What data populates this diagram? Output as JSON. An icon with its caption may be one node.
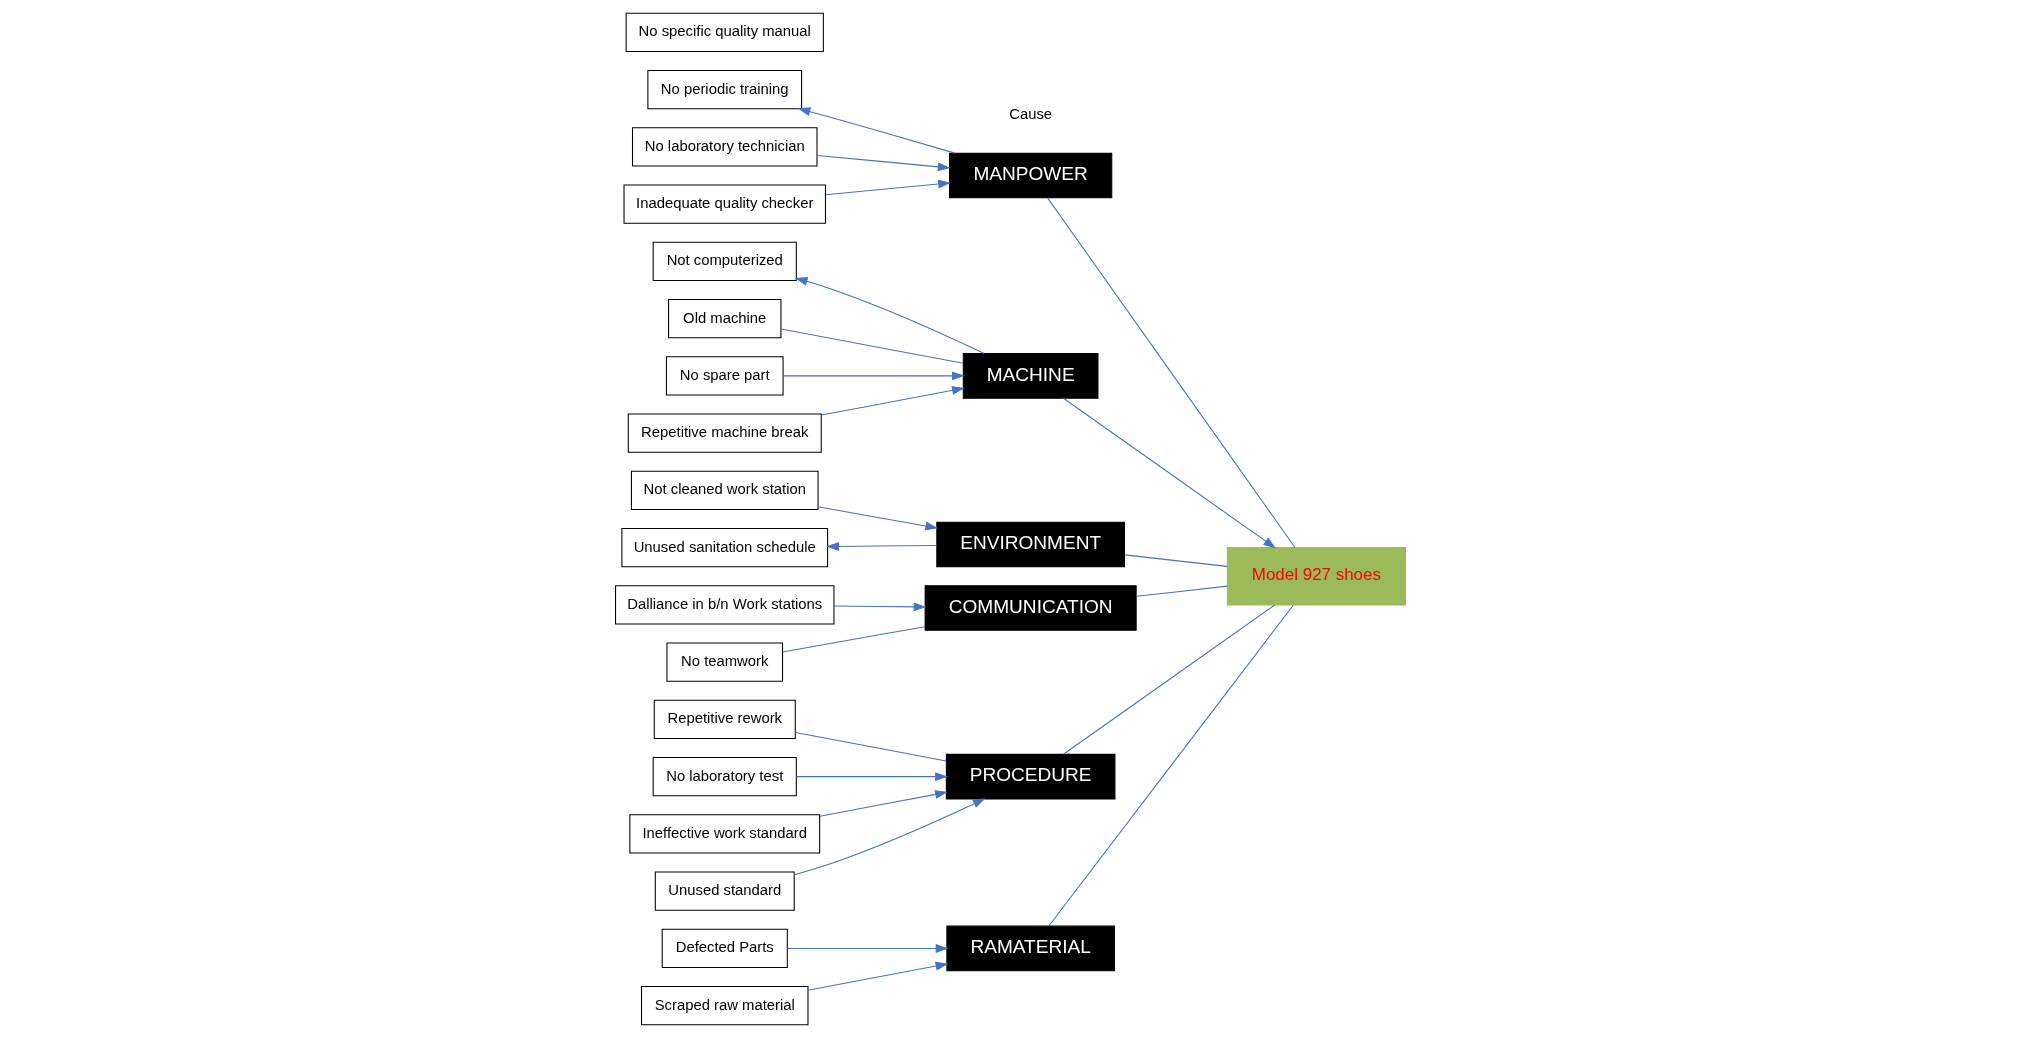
{
  "diagram": {
    "nodes": [
      {
        "text": [
          "RAMATERIAL"
        ]
      },
      {
        "text": [
          "MANPOWER"
        ]
      },
      {
        "text": [
          "MACHINE"
        ]
      },
      {
        "text": [
          "No laboratory technician"
        ]
      },
      {
        "text": [
          "No periodic training"
        ]
      },
      {
        "text": [
          "Old machine"
        ]
      },
      {
        "text": [
          "Defected Parts"
        ]
      },
      {
        "text": [
          "Not computerized"
        ]
      },
      {
        "text": [
          "Scraped raw material"
        ]
      },
      {
        "text": [
          "No spare part"
        ]
      },
      {
        "text": [
          "Inadequate quality checker"
        ]
      },
      {
        "text": [
          "Repetitive machine break"
        ]
      },
      {
        "text": [
          "Model 927 shoes"
        ]
      },
      {
        "text": [
          "Dalliance in b/n Work stations"
        ]
      },
      {
        "text": [
          "Repetitive rework"
        ]
      },
      {
        "text": [
          "No laboratory test"
        ]
      },
      {
        "text": [
          "Not cleaned work station"
        ]
      },
      {
        "text": [
          "No specific quality manual"
        ]
      },
      {
        "text": [
          "Ineffective work standard"
        ]
      },
      {
        "text": [
          "Unused sanitation schedule"
        ]
      },
      {
        "text": [
          "No teamwork"
        ]
      },
      {
        "text": [
          "Unused standard"
        ]
      },
      {
        "text": [
          "ENVIRONMENT"
        ]
      },
      {
        "text": [
          "COMMUNICATION"
        ]
      },
      {
        "text": [
          "PROCEDURE"
        ]
      }
    ],
    "edges": [
      {
        "from": 0,
        "to": 12,
        "arrow": "none"
      },
      {
        "from": 1,
        "to": 12,
        "arrow": "none"
      },
      {
        "from": 2,
        "to": 12,
        "arrow": "to"
      },
      {
        "from": 22,
        "to": 12,
        "arrow": "none"
      },
      {
        "from": 23,
        "to": 12,
        "arrow": "none"
      },
      {
        "from": 24,
        "to": 12,
        "arrow": "none"
      },
      {
        "from": 6,
        "to": 0,
        "arrow": "to"
      },
      {
        "from": 8,
        "to": 0,
        "arrow": "to"
      },
      {
        "from": 3,
        "to": 1,
        "arrow": "to"
      },
      {
        "from": 1,
        "to": 4,
        "arrow": "to"
      },
      {
        "from": 10,
        "to": 1,
        "arrow": "to"
      },
      {
        "from": 5,
        "to": 2,
        "arrow": "none"
      },
      {
        "from": 2,
        "to": 7,
        "arrow": "to"
      },
      {
        "from": 9,
        "to": 2,
        "arrow": "to"
      },
      {
        "from": 11,
        "to": 2,
        "arrow": "to"
      },
      {
        "from": 16,
        "to": 22,
        "arrow": "to"
      },
      {
        "from": 22,
        "to": 19,
        "arrow": "to"
      },
      {
        "from": 13,
        "to": 23,
        "arrow": "to"
      },
      {
        "from": 20,
        "to": 23,
        "arrow": "none"
      },
      {
        "from": 14,
        "to": 24,
        "arrow": "none"
      },
      {
        "from": 18,
        "to": 24,
        "arrow": "to"
      },
      {
        "from": 15,
        "to": 24,
        "arrow": "to"
      },
      {
        "from": 21,
        "to": 24,
        "arrow": "to"
      }
    ],
    "labels": [
      "Cause"
    ]
  }
}
